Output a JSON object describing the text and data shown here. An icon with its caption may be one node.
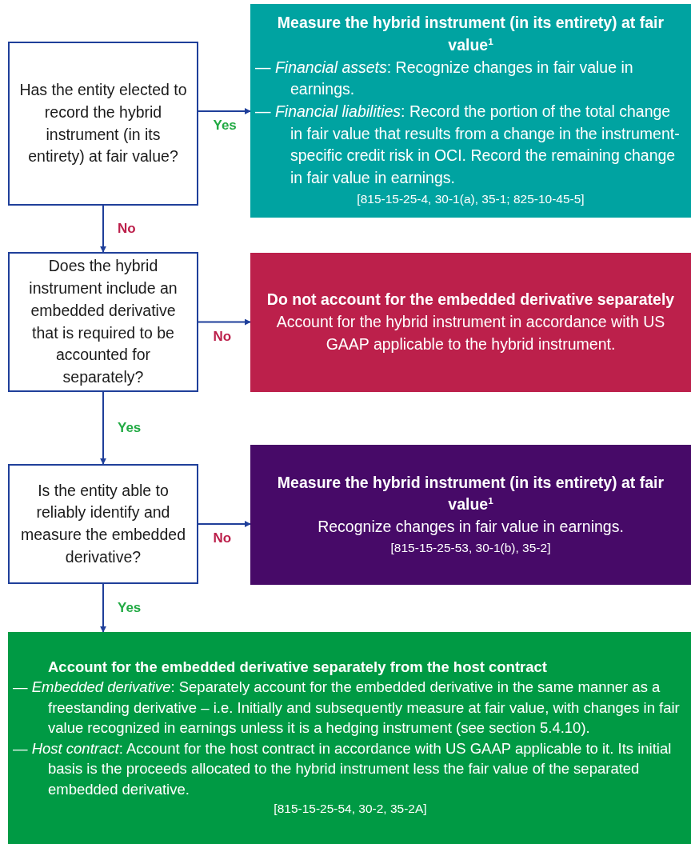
{
  "diagram": {
    "nodes": [
      {
        "text": [
          "Has the entity elected to record the hybrid instrument (in its entirety) at fair value?"
        ]
      },
      {
        "text": [
          "Measure the hybrid instrument (in its entirety) at fair value$^{1}$",
          "— *Financial assets*: Recognize changes in fair value in earnings.",
          "— *Financial liabilities*: Record the portion of the total change in fair value that results from a change in the instrument-specific credit risk in OCI. Record the remaining change in fair value in earnings.",
          "[815-15-25-4, 30-1(a), 35-1; 825-10-45-5]"
        ]
      },
      {
        "text": [
          "Does the hybrid instrument include an embedded derivative that is required to be accounted for separately?"
        ]
      },
      {
        "text": [
          "Do not account for the embedded derivative separately",
          "Account for the hybrid instrument in accordance with US GAAP applicable to the hybrid instrument."
        ]
      },
      {
        "text": [
          "Is the entity able to reliably identify and measure the embedded derivative?"
        ]
      },
      {
        "text": [
          "Measure the hybrid instrument (in its entirety) at fair value$^{1}$",
          "Recognize changes in fair value in earnings.",
          "[815-15-25-53, 30-1(b), 35-2]"
        ]
      },
      {
        "text": [
          "Account for the embedded derivative separately from the host contract",
          "— *Embedded derivative*: Separately account for the embedded derivative in the same manner as a freestanding derivative – i.e. Initially and subsequently measure at fair value, with changes in fair value recognized in earnings unless it is a hedging instrument (see section 5.4.10).",
          "— *Host contract*: Account for the host contract in accordance with US GAAP applicable to it. Its initial basis is the proceeds allocated to the hybrid instrument less the fair value of the separated embedded derivative.",
          "[815-15-25-54, 30-2, 35-2A]"
        ]
      }
    ],
    "edges": [
      {
        "from": 0,
        "to": 1,
        "arrow": "to",
        "label": "Yes"
      },
      {
        "from": 0,
        "to": 2,
        "arrow": "to",
        "label": "No"
      },
      {
        "from": 2,
        "to": 3,
        "arrow": "to",
        "label": "No"
      },
      {
        "from": 2,
        "to": 4,
        "arrow": "to",
        "label": "Yes"
      },
      {
        "from": 4,
        "to": 5,
        "arrow": "to",
        "label": "No"
      },
      {
        "from": 4,
        "to": 6,
        "arrow": "to",
        "label": "Yes"
      }
    ]
  }
}
